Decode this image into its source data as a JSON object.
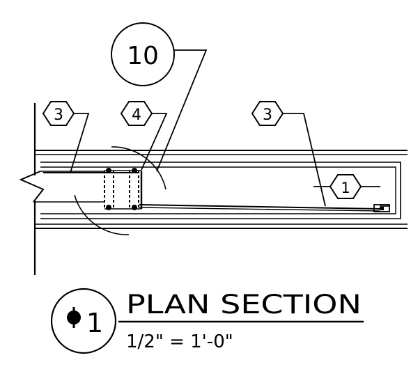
{
  "callouts": {
    "large_circle": "10",
    "hex_left": "3",
    "hex_middle": "4",
    "hex_right": "3",
    "hex_inner": "1"
  },
  "title_block": {
    "detail_number": "1",
    "title": "PLAN SECTION",
    "scale": "1/2\" = 1'-0\""
  },
  "colors": {
    "ink": "#000000",
    "paper": "#ffffff"
  }
}
